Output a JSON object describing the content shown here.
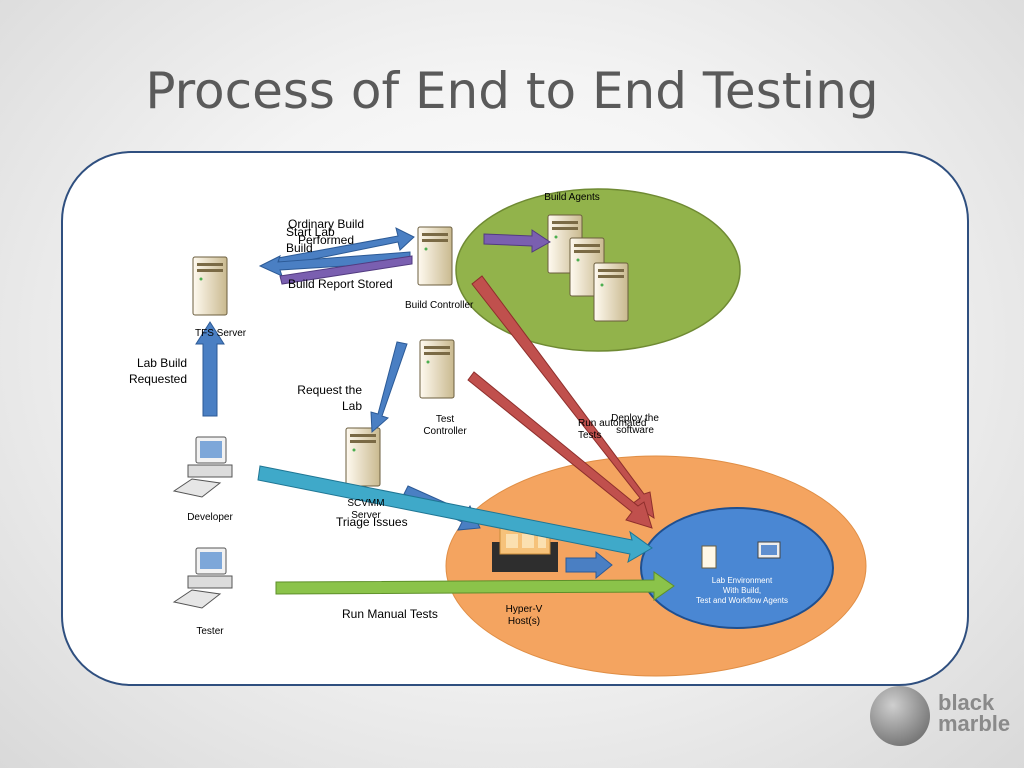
{
  "title": "Process of End to End Testing",
  "zones": {
    "build_agents": "Build Agents",
    "hyperv": "Hyper-V\nHost(s)",
    "lab_env": "Lab Environment\nWith Build,\nTest and Workflow Agents"
  },
  "nodes": {
    "tfs": "TFS Server",
    "build_controller": "Build Controller",
    "test_controller": "Test\nController",
    "scvmm": "SCVMM\nServer",
    "developer": "Developer",
    "tester": "Tester"
  },
  "arrows": {
    "ordinary_build": "Ordinary Build\nPerformed",
    "start_lab_build": "Start Lab\nBuild",
    "build_report": "Build Report Stored",
    "lab_build_requested": "Lab Build\nRequested",
    "request_lab": "Request the\nLab",
    "run_automated": "Run automated\nTests",
    "deploy_software": "Deploy the\nsoftware",
    "triage": "Triage Issues",
    "run_manual": "Run Manual Tests"
  },
  "logo": {
    "line1": "black",
    "line2": "marble"
  }
}
